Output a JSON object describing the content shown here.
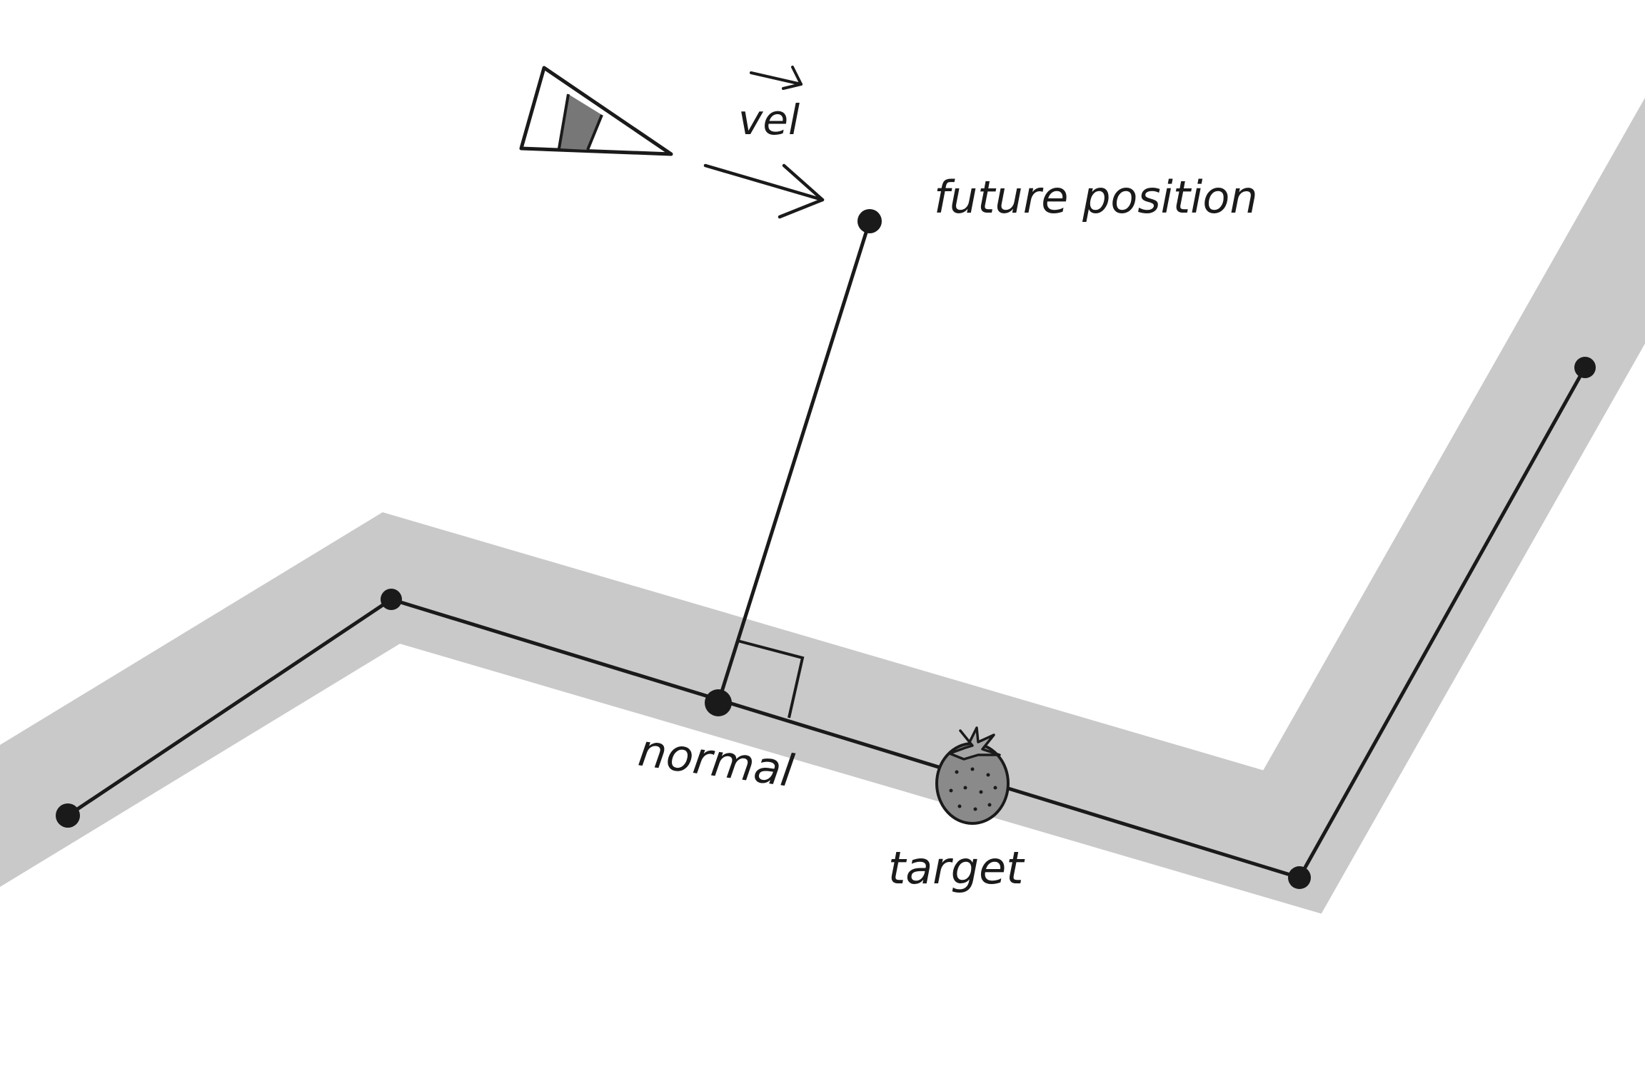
{
  "labels": {
    "vel": "vel",
    "future_position": "future position",
    "normal": "normal",
    "target": "target"
  },
  "colors": {
    "background": "#ffffff",
    "path_band": "#c9c9c9",
    "line": "#1a1a1a",
    "vehicle_stripe": "#777777",
    "strawberry": "#8a8a8a"
  },
  "icons": {
    "vehicle": "triangle-vehicle-icon",
    "target": "strawberry-icon"
  }
}
